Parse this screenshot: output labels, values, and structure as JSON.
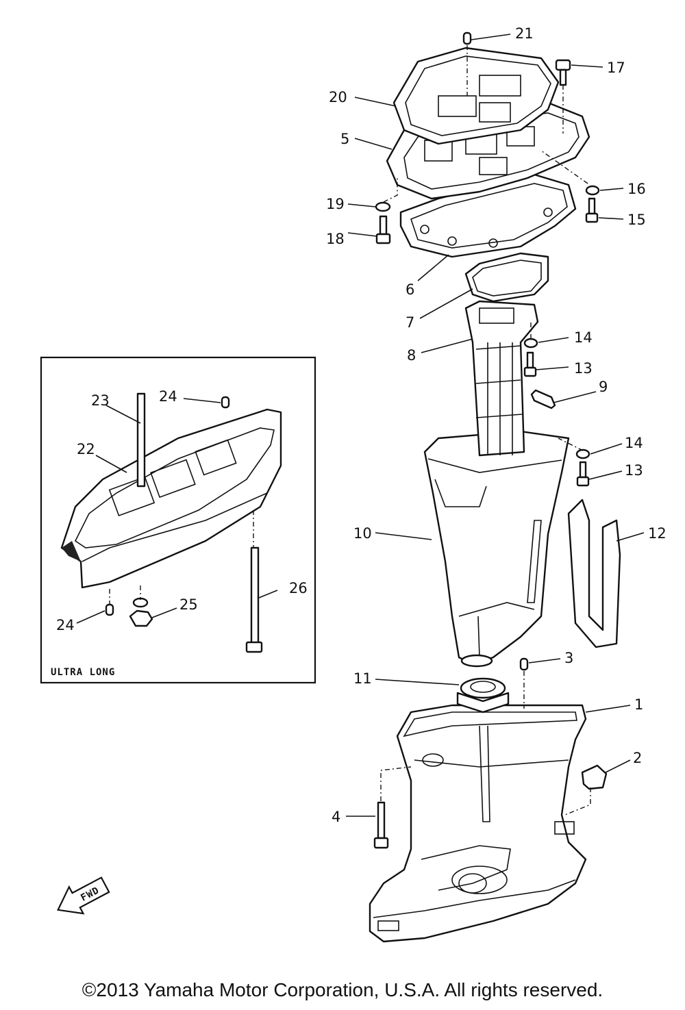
{
  "diagram": {
    "callouts": [
      {
        "id": "1",
        "text": "1"
      },
      {
        "id": "2",
        "text": "2"
      },
      {
        "id": "3",
        "text": "3"
      },
      {
        "id": "4",
        "text": "4"
      },
      {
        "id": "5",
        "text": "5"
      },
      {
        "id": "6",
        "text": "6"
      },
      {
        "id": "7",
        "text": "7"
      },
      {
        "id": "8",
        "text": "8"
      },
      {
        "id": "9",
        "text": "9"
      },
      {
        "id": "10",
        "text": "10"
      },
      {
        "id": "11",
        "text": "11"
      },
      {
        "id": "12",
        "text": "12"
      },
      {
        "id": "13a",
        "text": "13"
      },
      {
        "id": "13b",
        "text": "13"
      },
      {
        "id": "14a",
        "text": "14"
      },
      {
        "id": "14b",
        "text": "14"
      },
      {
        "id": "15",
        "text": "15"
      },
      {
        "id": "16",
        "text": "16"
      },
      {
        "id": "17",
        "text": "17"
      },
      {
        "id": "18",
        "text": "18"
      },
      {
        "id": "19",
        "text": "19"
      },
      {
        "id": "20",
        "text": "20"
      },
      {
        "id": "21",
        "text": "21"
      },
      {
        "id": "22",
        "text": "22"
      },
      {
        "id": "23",
        "text": "23"
      },
      {
        "id": "24a",
        "text": "24"
      },
      {
        "id": "24b",
        "text": "24"
      },
      {
        "id": "25",
        "text": "25"
      },
      {
        "id": "26",
        "text": "26"
      }
    ],
    "inset_label": "ULTRA LONG",
    "direction_arrow": "FWD"
  },
  "footer": {
    "copyright": "©2013 Yamaha Motor Corporation, U.S.A. All rights reserved."
  }
}
